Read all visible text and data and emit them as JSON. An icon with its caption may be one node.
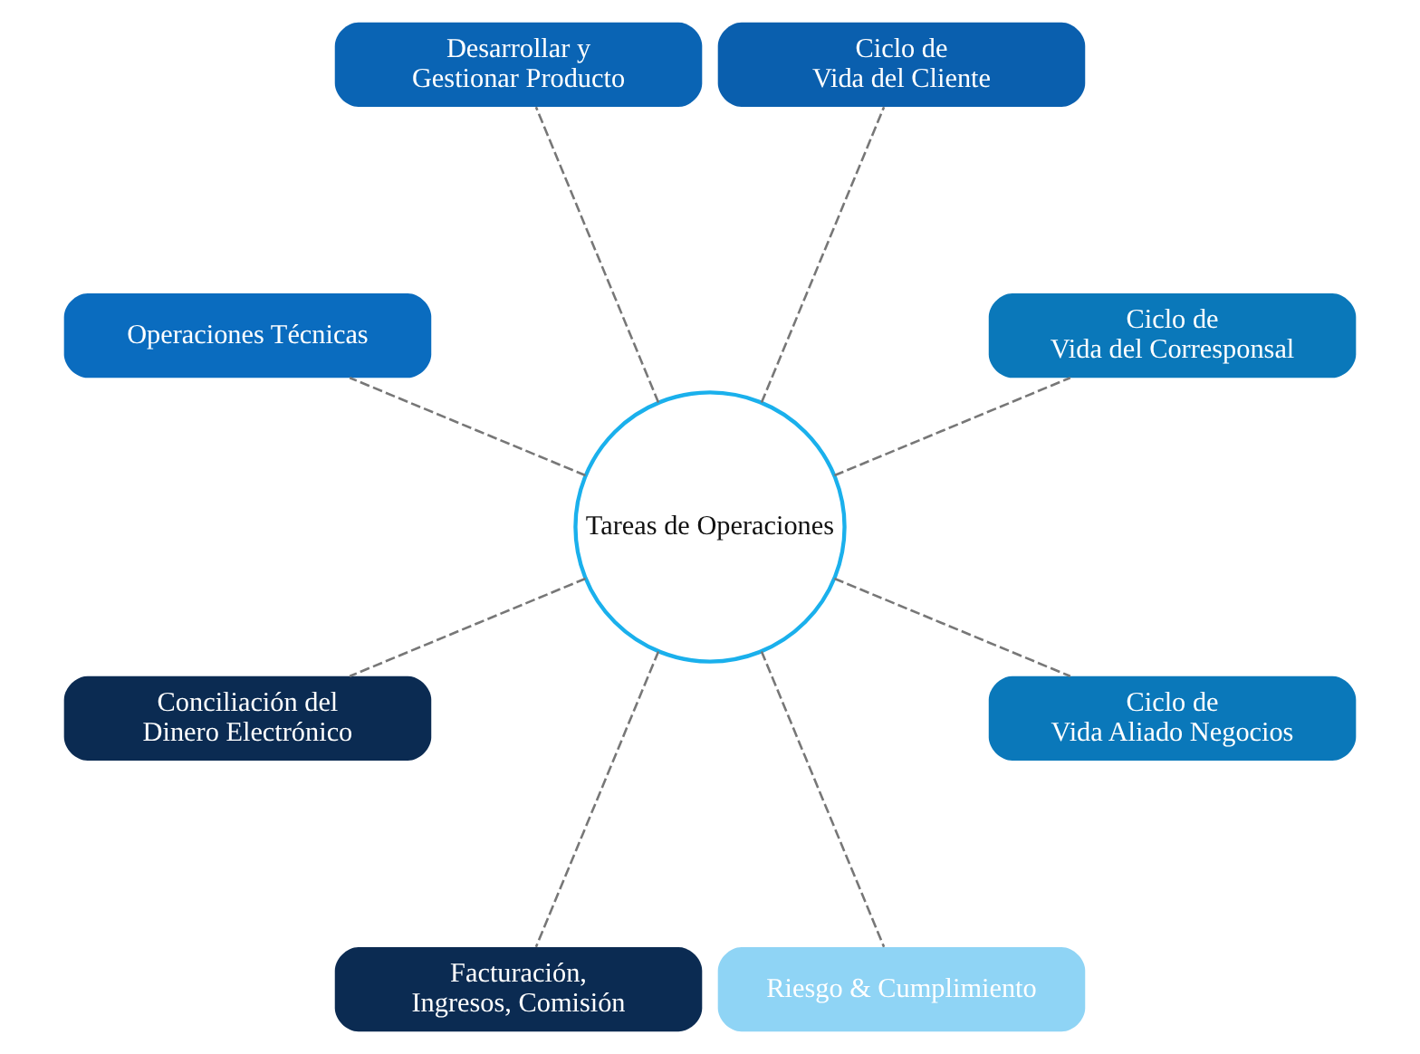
{
  "diagram": {
    "nodes": [
      {
        "text": [
          "Tareas de Operaciones"
        ]
      },
      {
        "text": [
          "Ciclo de Vida del Corresponsal"
        ]
      },
      {
        "text": [
          "Ciclo de Vida del Cliente"
        ]
      },
      {
        "text": [
          "Desarrollar y Gestionar Producto"
        ]
      },
      {
        "text": [
          "Operaciones Técnicas"
        ]
      },
      {
        "text": [
          "Conciliación del Dinero Electrónico"
        ]
      },
      {
        "text": [
          "Facturación, Ingresos, Comisión"
        ]
      },
      {
        "text": [
          "Riesgo & Cumplimiento"
        ]
      },
      {
        "text": [
          "Ciclo de Vida Aliado Negocios"
        ]
      }
    ],
    "edges": [
      {
        "from": 0,
        "to": 1,
        "arrow": "none",
        "style": "dashed"
      },
      {
        "from": 0,
        "to": 2,
        "arrow": "none",
        "style": "dashed"
      },
      {
        "from": 0,
        "to": 3,
        "arrow": "none",
        "style": "dashed"
      },
      {
        "from": 0,
        "to": 4,
        "arrow": "none",
        "style": "dashed"
      },
      {
        "from": 0,
        "to": 5,
        "arrow": "none",
        "style": "dashed"
      },
      {
        "from": 0,
        "to": 6,
        "arrow": "none",
        "style": "dashed"
      },
      {
        "from": 0,
        "to": 7,
        "arrow": "none",
        "style": "dashed"
      },
      {
        "from": 0,
        "to": 8,
        "arrow": "none",
        "style": "dashed"
      }
    ]
  }
}
